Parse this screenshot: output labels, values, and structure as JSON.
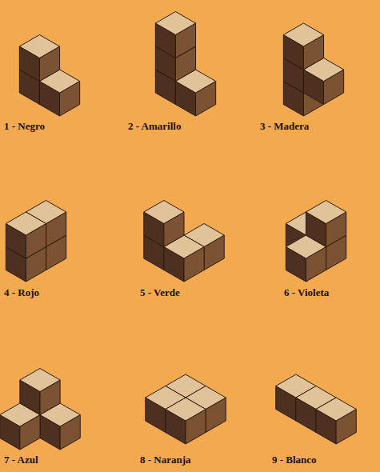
{
  "diagram": {
    "labels": [
      "1 - Negro",
      "2 - Amarillo",
      "3 - Madera",
      "4 - Rojo",
      "5 - Verde",
      "6 - Violeta",
      "7 - Azul",
      "8 - Naranja",
      "9 - Blanco"
    ]
  }
}
